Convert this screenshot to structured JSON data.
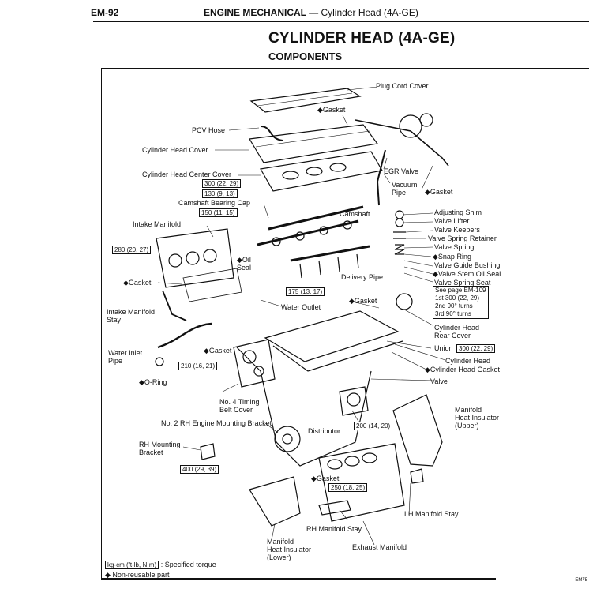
{
  "header": {
    "page_number": "EM-92",
    "section": "ENGINE MECHANICAL",
    "subsection": "— Cylinder Head (4A-GE)"
  },
  "title": "CYLINDER HEAD (4A-GE)",
  "subtitle": "COMPONENTS",
  "labels": {
    "plug_cord_cover": "Plug Cord Cover",
    "gasket_top": "◆Gasket",
    "pcv_hose": "PCV Hose",
    "cylinder_head_cover": "Cylinder Head Cover",
    "center_cover": "Cylinder Head Center Cover",
    "egr_valve": "EGR Valve",
    "vacuum_pipe": "Vacuum\nPipe",
    "gasket_egr": "◆Gasket",
    "camshaft_bearing_cap": "Camshaft Bearing Cap",
    "camshaft": "Camshaft",
    "intake_manifold": "Intake Manifold",
    "adjusting_shim": "Adjusting Shim",
    "valve_lifter": "Valve Lifter",
    "valve_keepers": "Valve Keepers",
    "valve_spring_retainer": "Valve Spring Retainer",
    "valve_spring": "Valve Spring",
    "snap_ring": "◆Snap Ring",
    "valve_guide_bushing": "Valve Guide Bushing",
    "valve_stem_oil_seal": "◆Valve Stem Oil Seal",
    "valve_spring_seat": "Valve Spring Seat",
    "oil_seal": "◆Oil\nSeal",
    "gasket_left": "◆Gasket",
    "delivery_pipe": "Delivery Pipe",
    "water_outlet": "Water Outlet",
    "gasket_mid": "◆Gasket",
    "intake_manifold_stay": "Intake Manifold\nStay",
    "cylinder_head_rear_cover": "Cylinder Head\nRear Cover",
    "union": "Union",
    "water_inlet_pipe": "Water Inlet\nPipe",
    "gasket_water": "◆Gasket",
    "cylinder_head": "Cylinder Head",
    "cylinder_head_gasket": "◆Cylinder Head Gasket",
    "o_ring": "◆O-Ring",
    "valve": "Valve",
    "timing_belt_cover": "No. 4 Timing\nBelt Cover",
    "rh_engine_mounting_bracket": "No. 2 RH Engine Mounting Bracket",
    "manifold_heat_insulator_upper": "Manifold\nHeat Insulator\n(Upper)",
    "distributor": "Distributor",
    "rh_mounting_bracket": "RH Mounting\nBracket",
    "gasket_exhaust": "◆Gasket",
    "lh_manifold_stay": "LH Manifold Stay",
    "rh_manifold_stay": "RH Manifold Stay",
    "manifold_heat_insulator_lower": "Manifold\nHeat Insulator\n(Lower)",
    "exhaust_manifold": "Exhaust Manifold"
  },
  "torques": {
    "t300": "300 (22, 29)",
    "t130": "130 (9, 13)",
    "t150": "150 (11, 15)",
    "t280": "280 (20, 27)",
    "t175": "175 (13, 17)",
    "t300_union": "300 (22, 29)",
    "t210": "210 (16, 21)",
    "t200": "200 (14, 20)",
    "t400": "400 (29, 39)",
    "t250": "250 (18, 25)",
    "head_bolt_sequence": "See page EM-109\n1st  300 (22, 29)\n2nd  90° turns\n3rd  90° turns"
  },
  "legend": {
    "torque_key": "kg-cm (ft-lb, N·m)",
    "torque_desc": ": Specified torque",
    "nonreusable": "◆ Non-reusable part"
  },
  "figure_code": "EM75"
}
